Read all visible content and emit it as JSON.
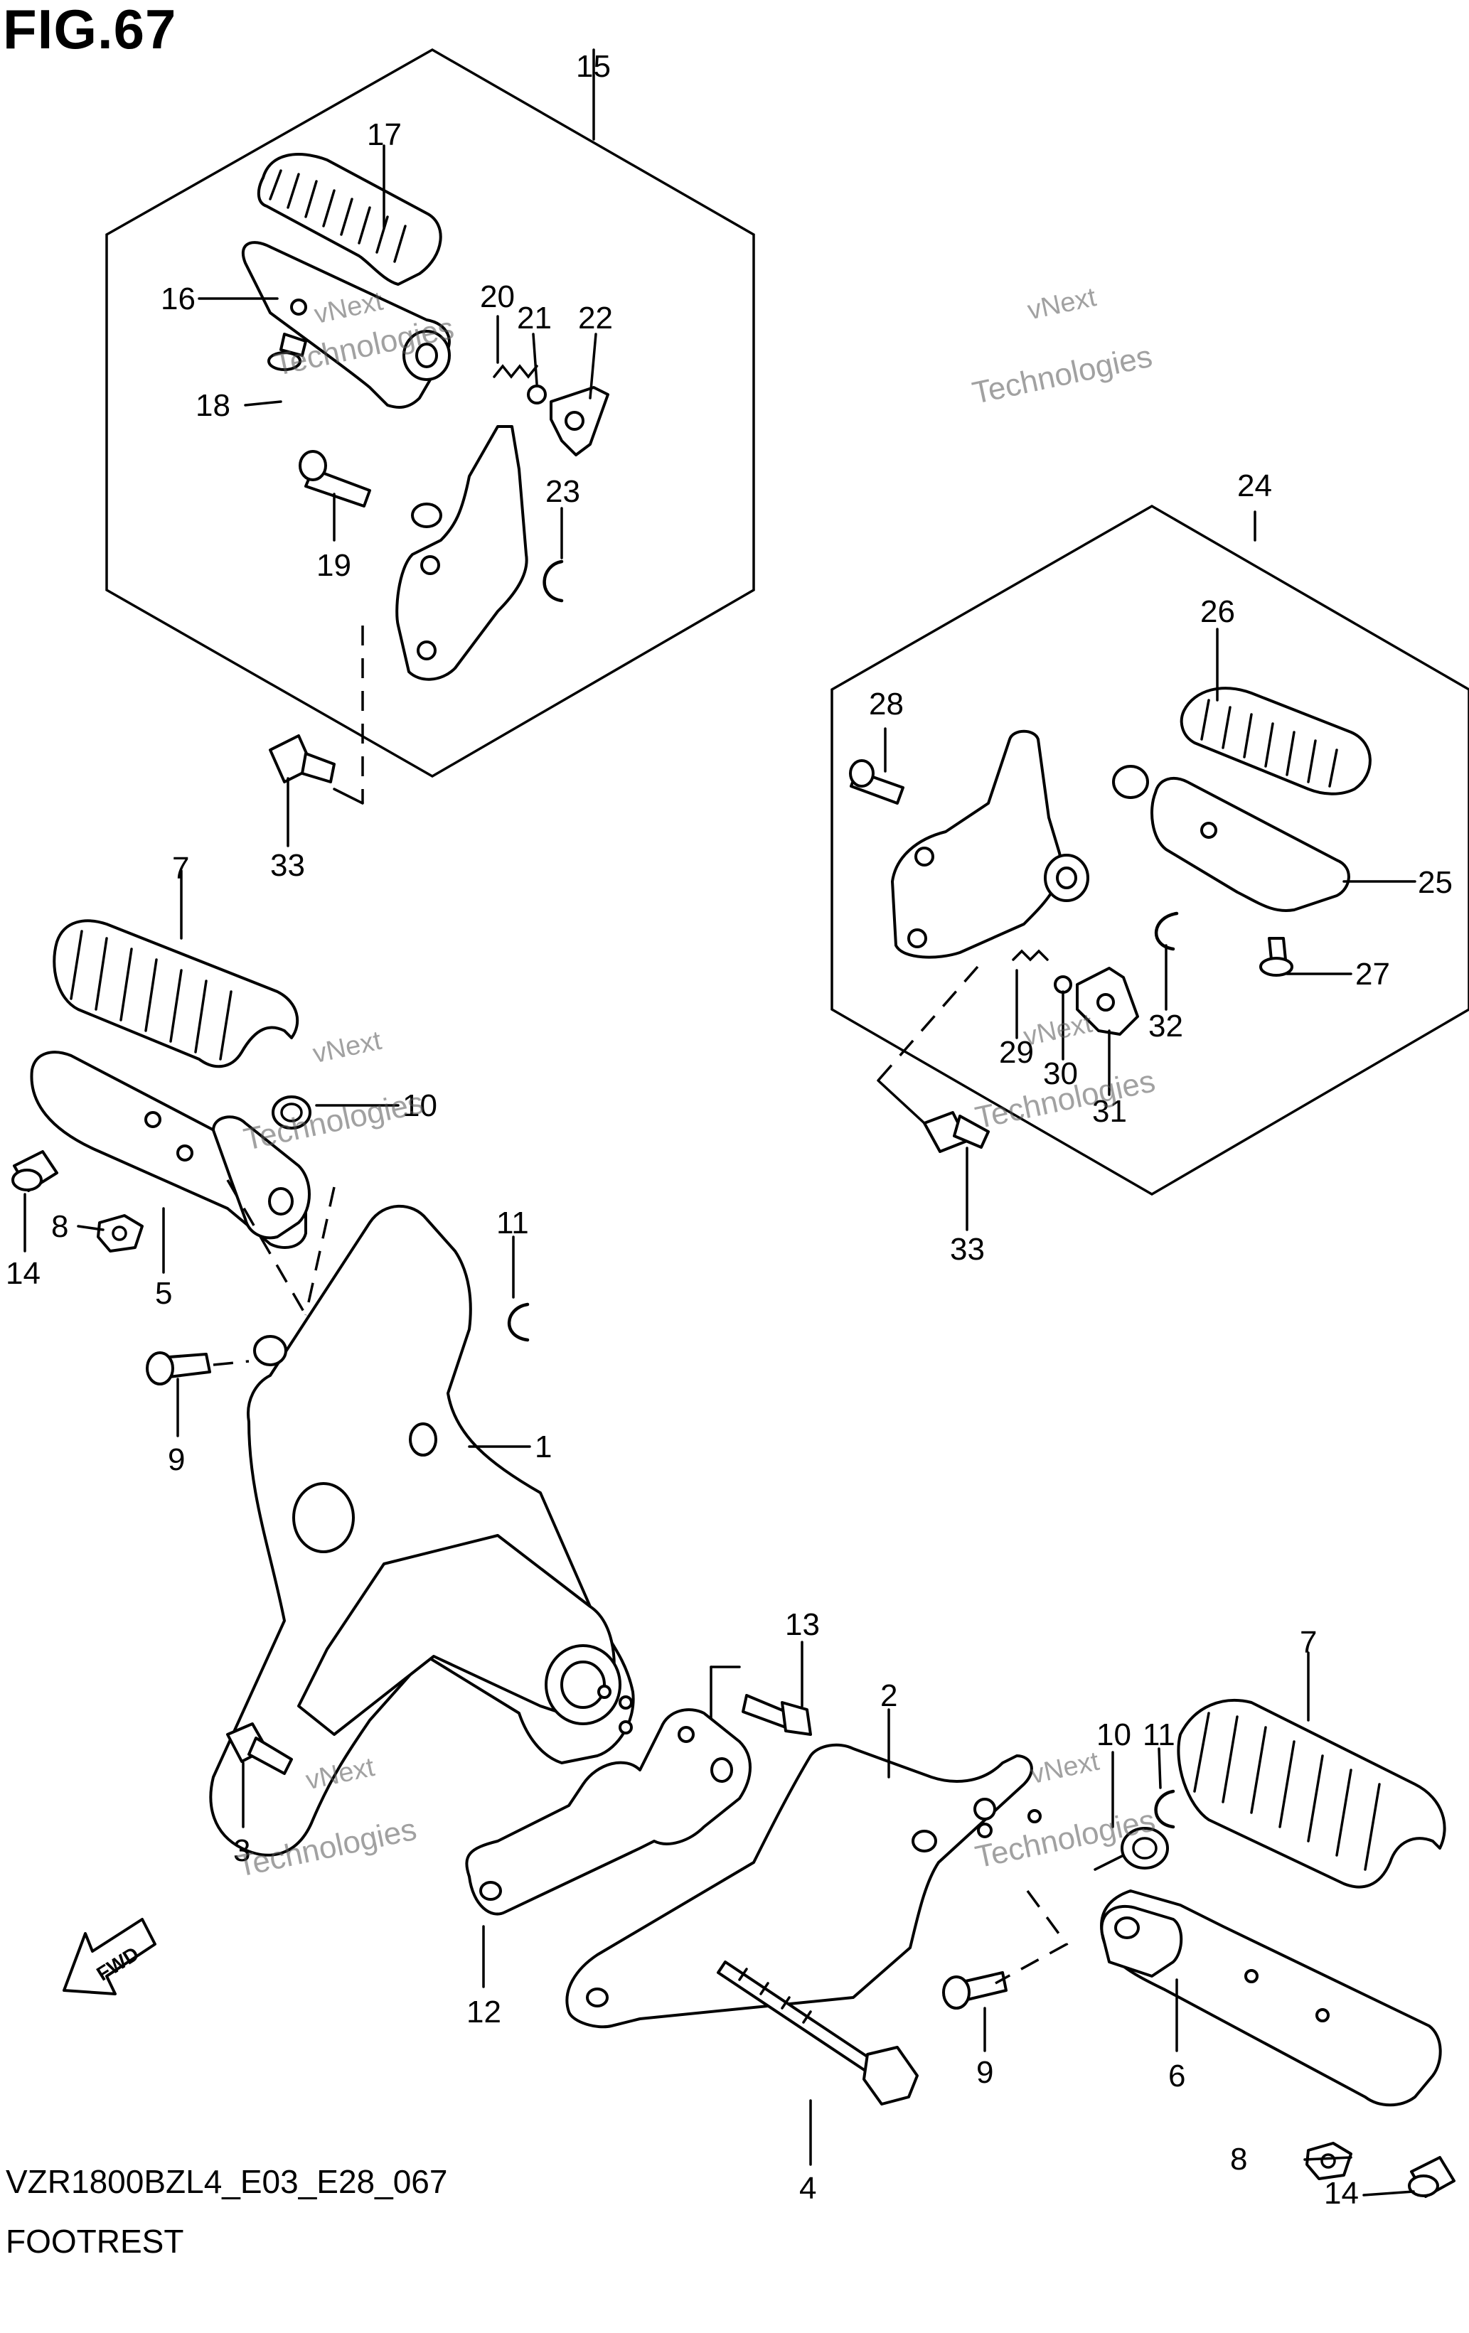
{
  "figure": {
    "number": "FIG.67",
    "model_code": "VZR1800BZL4_E03_E28_067",
    "name": "FOOTREST"
  },
  "watermark": {
    "line1": "vNext",
    "line2": "Technologies"
  },
  "callouts": [
    "1",
    "2",
    "3",
    "4",
    "5",
    "6",
    "7",
    "7",
    "8",
    "8",
    "9",
    "9",
    "10",
    "10",
    "11",
    "11",
    "12",
    "13",
    "14",
    "14",
    "15",
    "16",
    "17",
    "18",
    "19",
    "20",
    "21",
    "22",
    "23",
    "24",
    "25",
    "26",
    "27",
    "28",
    "29",
    "30",
    "31",
    "32",
    "33",
    "33"
  ]
}
